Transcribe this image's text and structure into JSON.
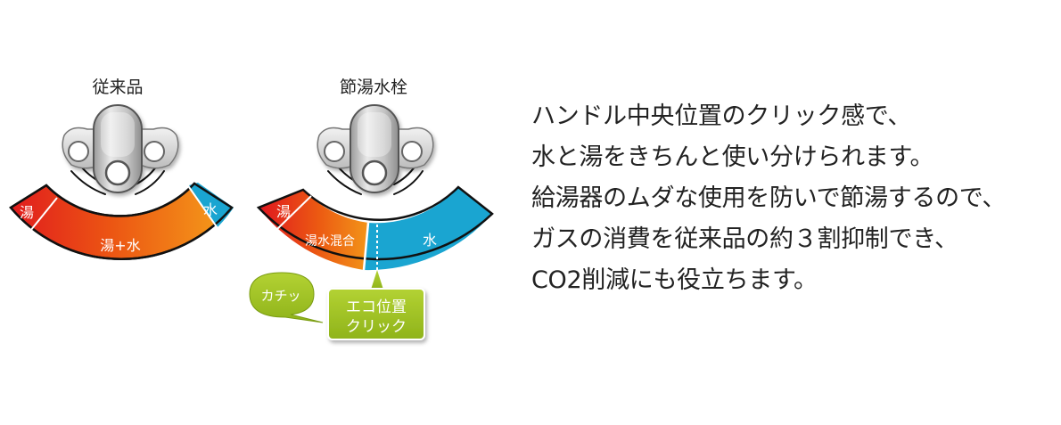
{
  "conventional": {
    "title": "従来品",
    "label_hot": "湯",
    "label_mix": "湯+水",
    "label_cold": "水"
  },
  "eco": {
    "title": "節湯水栓",
    "label_hot": "湯",
    "label_mix": "湯水混合",
    "label_cold": "水",
    "bubble_click": "カチッ",
    "callout_line1": "エコ位置",
    "callout_line2": "クリック"
  },
  "description": {
    "lines": [
      "ハンドル中央位置のクリック感で、",
      "水と湯をきちんと使い分けられます。",
      "給湯器のムダな使用を防いで節湯するので、",
      "ガスの消費を従来品の約３割抑制でき、",
      "CO2削減にも役立ちます。"
    ]
  },
  "colors": {
    "hot": "#e3231e",
    "hot_mid": "#ee6a10",
    "warm": "#f39419",
    "cold": "#1aa5d1",
    "eco_green": "#9cbf1f",
    "handle_gray": "#c9c9c9"
  },
  "icons": [
    "faucet-handle-icon"
  ]
}
